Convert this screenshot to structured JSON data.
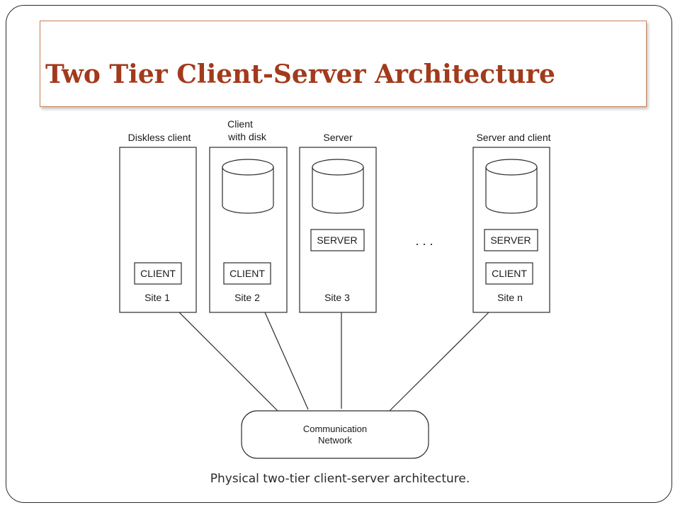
{
  "title": "Two Tier Client-Server Architecture",
  "caption": "Physical two-tier client-server architecture.",
  "ellipsis": ". . .",
  "sites": {
    "site1": {
      "header": "Diskless client",
      "client": "CLIENT",
      "site": "Site 1"
    },
    "site2": {
      "header_line1": "Client",
      "header_line2": "with disk",
      "client": "CLIENT",
      "site": "Site 2"
    },
    "site3": {
      "header": "Server",
      "server": "SERVER",
      "site": "Site 3"
    },
    "siten": {
      "header": "Server and client",
      "server": "SERVER",
      "client": "CLIENT",
      "site": "Site n"
    }
  },
  "network": {
    "line1": "Communication",
    "line2": "Network"
  },
  "colors": {
    "title": "#a23a1c",
    "title_border": "#c8825a",
    "stroke": "#2b2b2b"
  }
}
